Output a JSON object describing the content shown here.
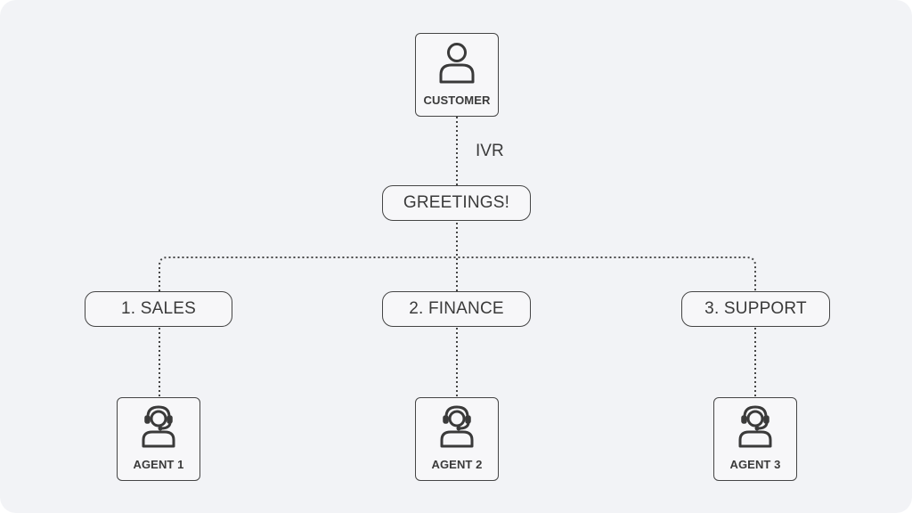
{
  "diagram": {
    "customer": {
      "label": "CUSTOMER",
      "icon": "person-icon"
    },
    "ivr_label": "IVR",
    "greeting": "GREETINGS!",
    "options": [
      {
        "label": "1. SALES"
      },
      {
        "label": "2. FINANCE"
      },
      {
        "label": "3. SUPPORT"
      }
    ],
    "agents": [
      {
        "label": "AGENT 1",
        "icon": "headset-agent-icon"
      },
      {
        "label": "AGENT 2",
        "icon": "headset-agent-icon"
      },
      {
        "label": "AGENT 3",
        "icon": "headset-agent-icon"
      }
    ],
    "colors": {
      "background": "#f2f3f6",
      "box_fill": "#f7f7f9",
      "stroke": "#454545",
      "text": "#3a3a3a"
    }
  }
}
